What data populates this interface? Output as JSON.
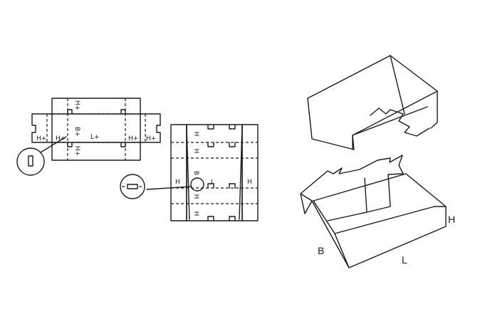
{
  "blank1": {
    "labels": {
      "h_top": "H+",
      "b": "B+",
      "h_bottom": "H+",
      "h_left_a": "H+",
      "h_left_b": "H+",
      "l": "L+",
      "h_right_a": "H+",
      "h_right_b": "H+"
    }
  },
  "blank2": {
    "labels": {
      "h1": "H",
      "h2": "H",
      "b": "B",
      "h3": "H",
      "l": "L",
      "h_left": "H",
      "h_right": "H",
      "h4": "H"
    }
  },
  "box": {
    "labels": {
      "b": "B",
      "l": "L",
      "h": "H"
    }
  }
}
